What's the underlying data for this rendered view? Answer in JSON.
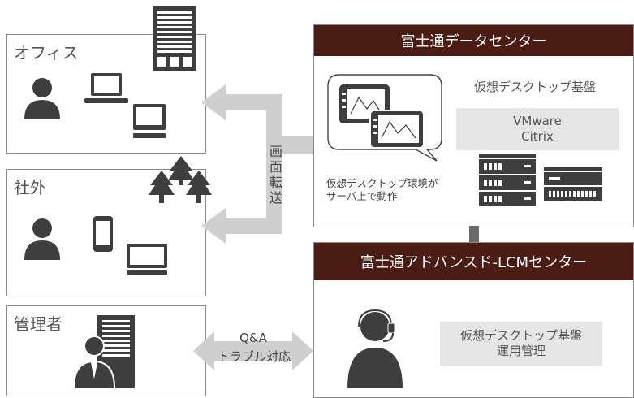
{
  "locations": {
    "office": {
      "title": "オフィス"
    },
    "outside": {
      "title": "社外"
    },
    "admin": {
      "title": "管理者"
    }
  },
  "datacenter": {
    "header": "富士通データセンター",
    "vdi_base_label": "仮想デスクトップ基盤",
    "platforms": [
      "VMware",
      "Citrix"
    ],
    "server_note": [
      "仮想デスクトップ環境が",
      "サーバ上で動作"
    ]
  },
  "lcm_center": {
    "header": "富士通アドバンスド-LCMセンター",
    "ops_panel": [
      "仮想デスクトップ基盤",
      "運用管理"
    ]
  },
  "arrows": {
    "screen_transfer": [
      "画",
      "面",
      "転",
      "送"
    ],
    "qa_label": "Q&A",
    "trouble_label": "トラブル対応"
  },
  "colors": {
    "dark_brown": "#4a1c14",
    "arrow_grey": "#cfcfcf",
    "icon_dark": "#3e3e3e",
    "panel_grey": "#e6e6e6"
  },
  "icons": [
    "building-icon",
    "person-icon",
    "laptop-icon",
    "monitor-icon",
    "tree-icon",
    "smartphone-icon",
    "business-person-icon",
    "tablet-screen-icon",
    "server-rack-icon",
    "operator-headset-icon"
  ]
}
